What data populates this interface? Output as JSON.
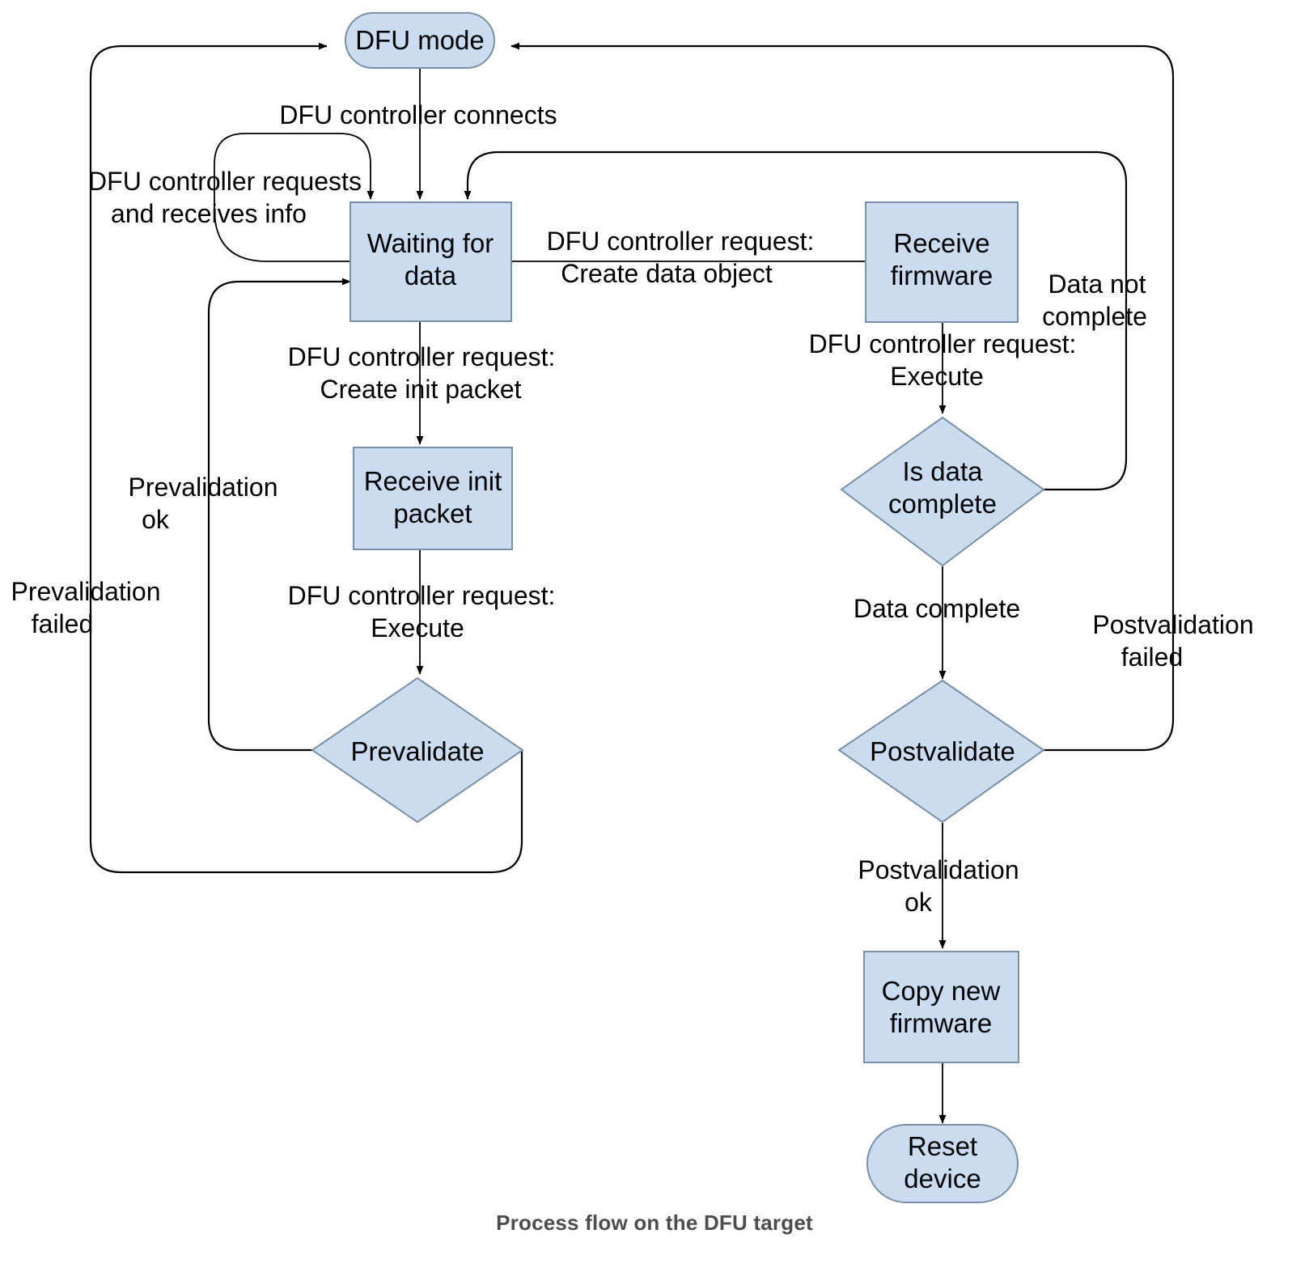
{
  "diagram": {
    "caption": "Process flow on the DFU target",
    "colors": {
      "node_fill": "#ccdcf0",
      "node_stroke": "#7b8fa6",
      "edge": "#000000",
      "caption_text": "#4d4d4d",
      "background": "#ffffff"
    },
    "nodes": [
      {
        "id": "dfu_mode",
        "label": "DFU mode",
        "shape": "rounded-terminator"
      },
      {
        "id": "waiting_data",
        "label_line1": "Waiting for",
        "label_line2": "data",
        "shape": "rectangle"
      },
      {
        "id": "receive_init",
        "label_line1": "Receive init",
        "label_line2": "packet",
        "shape": "rectangle"
      },
      {
        "id": "prevalidate",
        "label": "Prevalidate",
        "shape": "diamond"
      },
      {
        "id": "receive_fw",
        "label_line1": "Receive",
        "label_line2": "firmware",
        "shape": "rectangle"
      },
      {
        "id": "is_data_complete",
        "label_line1": "Is data",
        "label_line2": "complete",
        "shape": "diamond"
      },
      {
        "id": "postvalidate",
        "label": "Postvalidate",
        "shape": "diamond"
      },
      {
        "id": "copy_new_fw",
        "label_line1": "Copy new",
        "label_line2": "firmware",
        "shape": "rectangle"
      },
      {
        "id": "reset_device",
        "label_line1": "Reset",
        "label_line2": "device",
        "shape": "rounded-terminator"
      }
    ],
    "edges": [
      {
        "id": "e_connects",
        "from": "dfu_mode",
        "to": "waiting_data",
        "label_line1": "DFU controller connects",
        "label_line2": ""
      },
      {
        "id": "e_self_info",
        "from": "waiting_data",
        "to": "waiting_data",
        "label_line1": "DFU controller requests",
        "label_line2": "and receives info"
      },
      {
        "id": "e_create_init",
        "from": "waiting_data",
        "to": "receive_init",
        "label_line1": "DFU controller request:",
        "label_line2": "Create init packet"
      },
      {
        "id": "e_exec_init",
        "from": "receive_init",
        "to": "prevalidate",
        "label_line1": "DFU controller request:",
        "label_line2": "Execute"
      },
      {
        "id": "e_preval_ok",
        "from": "prevalidate",
        "to": "waiting_data",
        "label_line1": "Prevalidation",
        "label_line2": "ok"
      },
      {
        "id": "e_preval_failed",
        "from": "prevalidate",
        "to": "dfu_mode",
        "label_line1": "Prevalidation",
        "label_line2": "failed"
      },
      {
        "id": "e_create_data_obj",
        "from": "waiting_data",
        "to": "receive_fw",
        "label_line1": "DFU controller request:",
        "label_line2": "Create data object"
      },
      {
        "id": "e_exec_fw",
        "from": "receive_fw",
        "to": "is_data_complete",
        "label_line1": "DFU controller request:",
        "label_line2": "Execute"
      },
      {
        "id": "e_data_not_done",
        "from": "is_data_complete",
        "to": "waiting_data",
        "label_line1": "Data not",
        "label_line2": "complete"
      },
      {
        "id": "e_data_done",
        "from": "is_data_complete",
        "to": "postvalidate",
        "label_line1": "Data complete",
        "label_line2": ""
      },
      {
        "id": "e_postval_failed",
        "from": "postvalidate",
        "to": "dfu_mode",
        "label_line1": "Postvalidation",
        "label_line2": "failed"
      },
      {
        "id": "e_postval_ok",
        "from": "postvalidate",
        "to": "copy_new_fw",
        "label_line1": "Postvalidation",
        "label_line2": "ok"
      },
      {
        "id": "e_copy_reset",
        "from": "copy_new_fw",
        "to": "reset_device",
        "label_line1": "",
        "label_line2": ""
      }
    ]
  }
}
